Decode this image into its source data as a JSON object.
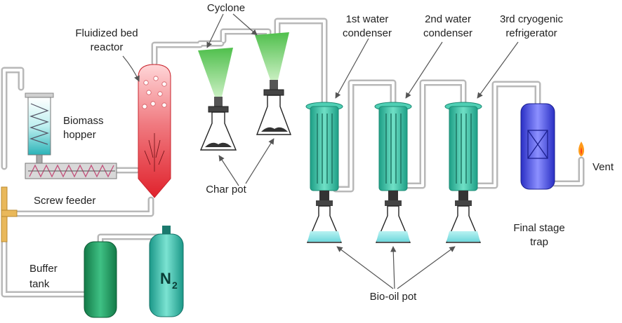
{
  "labels": {
    "cyclone": "Cyclone",
    "fluidized_bed_reactor_1": "Fluidized bed",
    "fluidized_bed_reactor_2": "reactor",
    "biomass_hopper_1": "Biomass",
    "biomass_hopper_2": "hopper",
    "screw_feeder": "Screw feeder",
    "char_pot": "Char pot",
    "buffer_tank_1": "Buffer",
    "buffer_tank_2": "tank",
    "n2_main": "N",
    "n2_sub": "2",
    "first_condenser_1": "1st water",
    "first_condenser_2": "condenser",
    "second_condenser_1": "2nd water",
    "second_condenser_2": "condenser",
    "third_refrigerator_1": "3rd cryogenic",
    "third_refrigerator_2": "refrigerator",
    "vent": "Vent",
    "final_trap_1": "Final stage",
    "final_trap_2": "trap",
    "bio_oil_pot": "Bio-oil pot"
  },
  "colors": {
    "pipe": "#c9c9c9",
    "pipe_inner": "#ffffff",
    "reactor": "#e8343c",
    "cyclone": "#5fc25a",
    "condenser": "#2fb89a",
    "buffer_tank": "#1f9a62",
    "n2_cylinder": "#2fb5a0",
    "trap": "#3a3fd8",
    "hopper": "#3cc0c4"
  }
}
